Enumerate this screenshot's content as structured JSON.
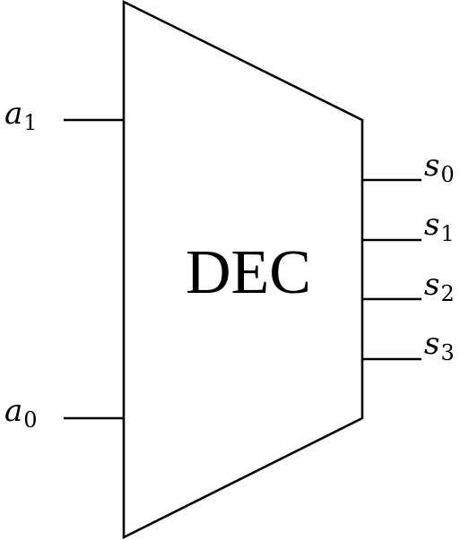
{
  "block": {
    "label": "DEC"
  },
  "inputs": [
    {
      "base": "a",
      "sub": "1"
    },
    {
      "base": "a",
      "sub": "0"
    }
  ],
  "outputs": [
    {
      "base": "s",
      "sub": "0"
    },
    {
      "base": "s",
      "sub": "1"
    },
    {
      "base": "s",
      "sub": "2"
    },
    {
      "base": "s",
      "sub": "3"
    }
  ]
}
